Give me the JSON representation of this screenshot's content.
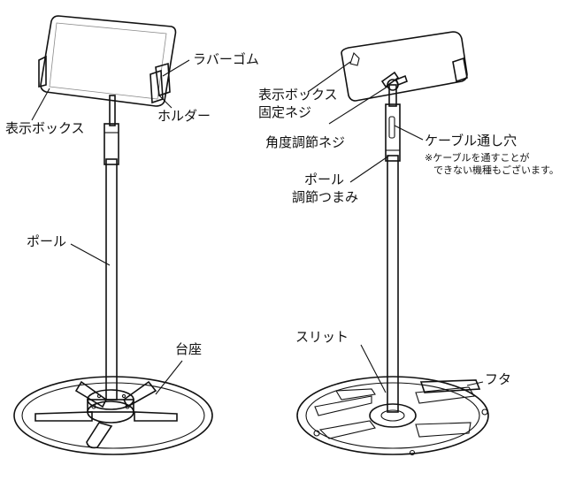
{
  "left_labels": {
    "rubber": "ラバーゴム",
    "holder": "ホルダー",
    "display_box": "表示ボックス",
    "pole": "ポール",
    "base": "台座"
  },
  "right_labels": {
    "box_screw_line1": "表示ボックス",
    "box_screw_line2": "固定ネジ",
    "angle_screw": "角度調節ネジ",
    "cable_hole": "ケーブル通し穴",
    "cable_note_line1": "※ケーブルを通すことが",
    "cable_note_line2": "できない機種もございます。",
    "pole_knob_line1": "ポール",
    "pole_knob_line2": "調節つまみ",
    "slit": "スリット",
    "lid": "フタ"
  },
  "colors": {
    "ink": "#111111",
    "panel": "#b9b9b9",
    "paper": "#ffffff"
  }
}
